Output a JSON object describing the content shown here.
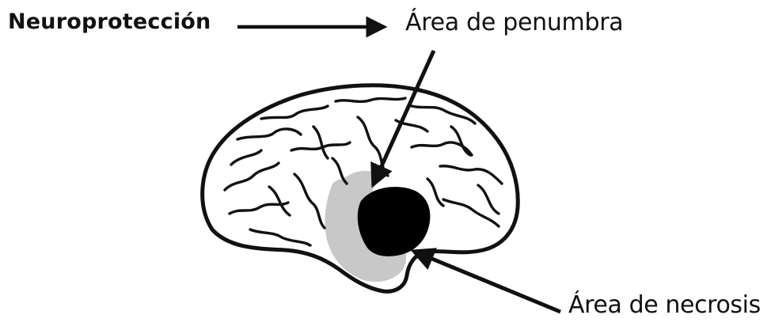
{
  "labels": {
    "neuroproteccion": "Neuroprotección",
    "penumbra": "Área de penumbra",
    "necrosis": "Área de necrosis"
  },
  "colors": {
    "ink": "#111111",
    "penumbra": "#c8c8c8",
    "necrosis": "#000000",
    "background": "#ffffff"
  }
}
